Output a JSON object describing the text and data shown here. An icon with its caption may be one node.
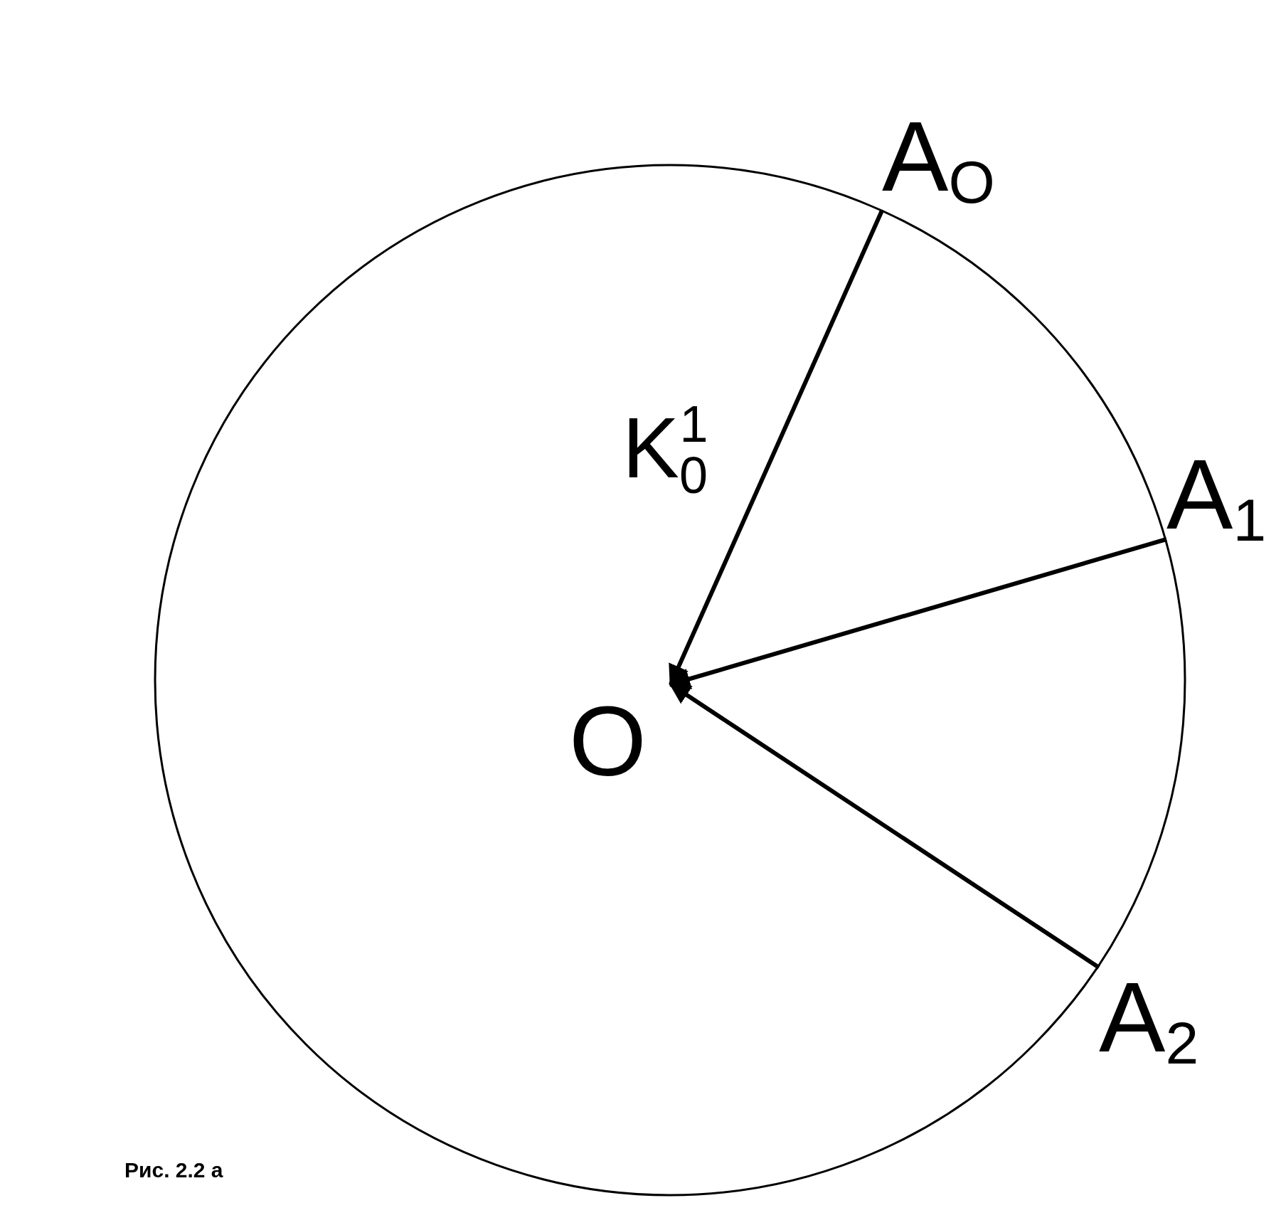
{
  "diagram": {
    "caption": "Рис. 2.2 а",
    "nodes": [
      {
        "text": [
          "A$_{O}$"
        ]
      },
      {
        "text": [
          "A$_{1}$"
        ]
      },
      {
        "text": [
          "A$_{2}$"
        ]
      },
      {
        "text": [
          "O"
        ]
      }
    ],
    "edges": [
      {
        "from": 0,
        "to": 3,
        "arrow": "to",
        "label": "K$_{0}$$^{1}$"
      },
      {
        "from": 1,
        "to": 3,
        "arrow": "to"
      },
      {
        "from": 2,
        "to": 3,
        "arrow": "to"
      }
    ]
  }
}
